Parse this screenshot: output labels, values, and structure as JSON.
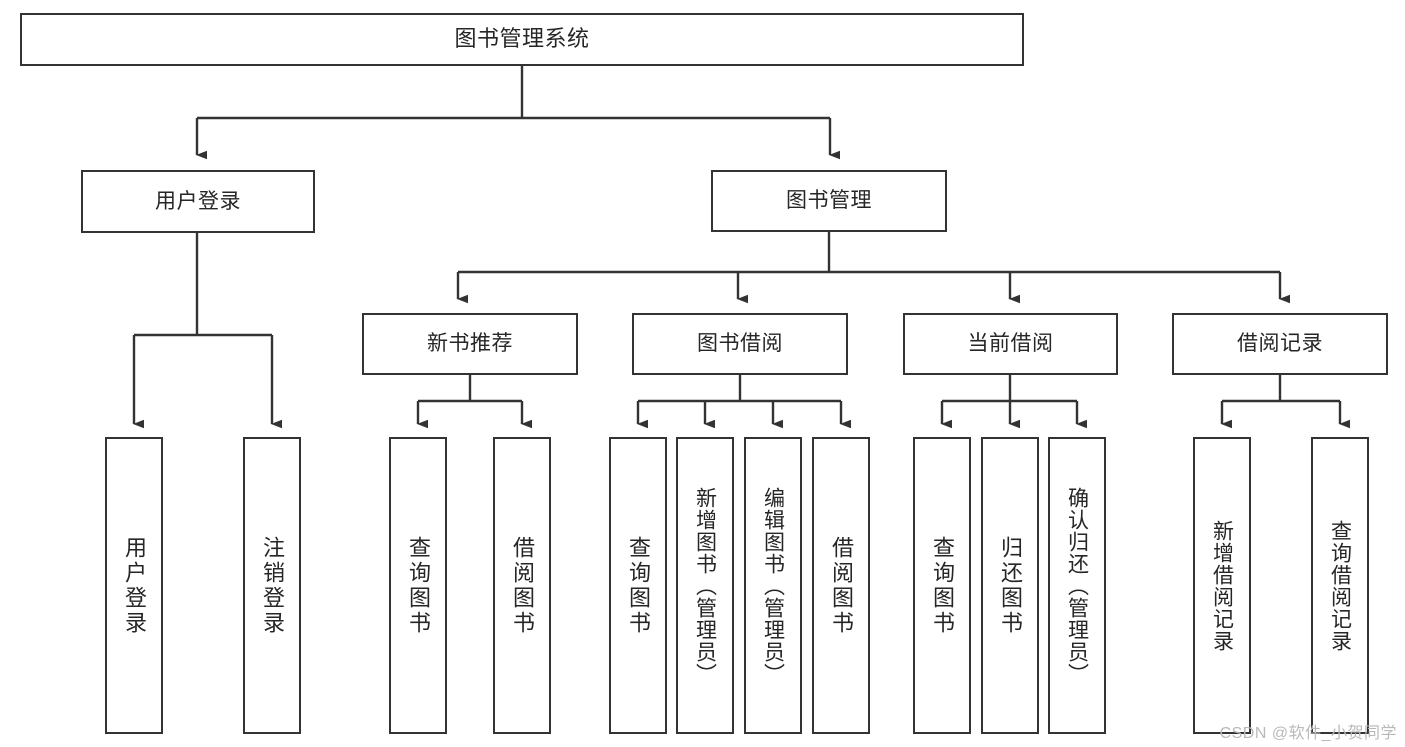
{
  "diagram": {
    "title": "图书管理系统",
    "type": "tree-hierarchy",
    "root": {
      "label": "图书管理系统"
    },
    "level1": [
      {
        "label": "用户登录"
      },
      {
        "label": "图书管理"
      }
    ],
    "level2": [
      {
        "label": "新书推荐",
        "parent": "图书管理"
      },
      {
        "label": "图书借阅",
        "parent": "图书管理"
      },
      {
        "label": "当前借阅",
        "parent": "图书管理"
      },
      {
        "label": "借阅记录",
        "parent": "图书管理"
      }
    ],
    "leaves": [
      {
        "label": "用户登录",
        "parent": "用户登录"
      },
      {
        "label": "注销登录",
        "parent": "用户登录"
      },
      {
        "label": "查询图书",
        "parent": "新书推荐"
      },
      {
        "label": "借阅图书",
        "parent": "新书推荐"
      },
      {
        "label": "查询图书",
        "parent": "图书借阅"
      },
      {
        "label": "新增图书（管理员）",
        "parent": "图书借阅"
      },
      {
        "label": "编辑图书（管理员）",
        "parent": "图书借阅"
      },
      {
        "label": "借阅图书",
        "parent": "图书借阅"
      },
      {
        "label": "查询图书",
        "parent": "当前借阅"
      },
      {
        "label": "归还图书",
        "parent": "当前借阅"
      },
      {
        "label": "确认归还（管理员）",
        "parent": "当前借阅"
      },
      {
        "label": "新增借阅记录",
        "parent": "借阅记录"
      },
      {
        "label": "查询借阅记录",
        "parent": "借阅记录"
      }
    ]
  },
  "watermark": {
    "text": "CSDN @软件_小贺同学"
  },
  "colors": {
    "stroke": "#333333",
    "fill": "#ffffff",
    "text": "#262626",
    "watermark": "#b9b9b9"
  }
}
